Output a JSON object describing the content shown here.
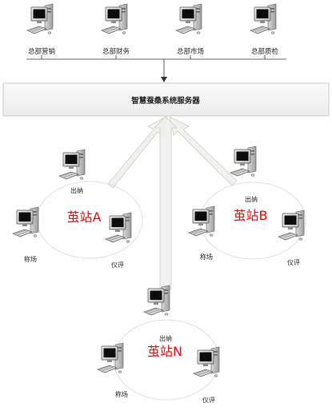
{
  "top_nodes": [
    {
      "label": "总部营销"
    },
    {
      "label": "总部财务"
    },
    {
      "label": "总部市场"
    },
    {
      "label": "总部质检"
    }
  ],
  "server": {
    "label": "智慧蚕桑系统服务器"
  },
  "stations": [
    {
      "name": "茧站A",
      "cashier": "出纳",
      "weigher": "称场",
      "grader": "仪评"
    },
    {
      "name": "茧站B",
      "cashier": "出纳",
      "weigher": "称场",
      "grader": "仪评"
    },
    {
      "name": "茧站N",
      "cashier": "出纳",
      "weigher": "称场",
      "grader": "仪评"
    }
  ],
  "colors": {
    "station_name": "#ff0000",
    "server_fill": "#f2f2f2",
    "server_border": "#bfbfbf",
    "line": "#333333",
    "arrow_fill": "#eef0ec",
    "arrow_stroke": "#c8cdc4"
  },
  "icons": {
    "computer": "desktop-computer-icon"
  }
}
